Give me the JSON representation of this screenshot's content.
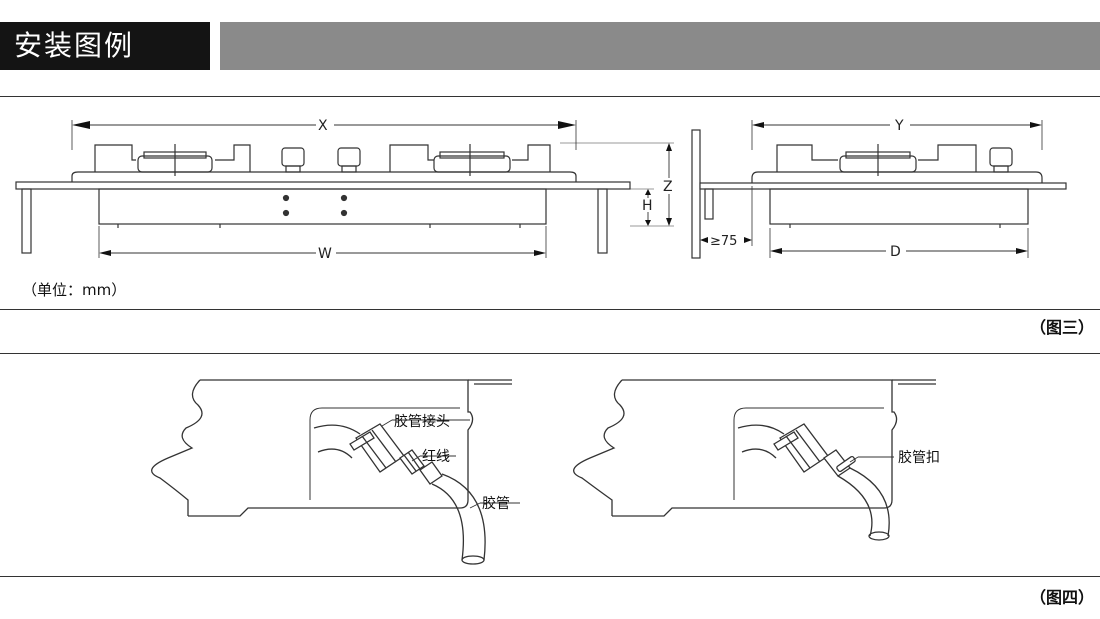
{
  "header": {
    "title": "安装图例"
  },
  "figure3": {
    "unit_note": "（单位：mm）",
    "caption": "（图三）",
    "dims": {
      "x": "X",
      "y": "Y",
      "z": "Z",
      "h": "H",
      "w": "W",
      "d": "D",
      "clearance": "≥75"
    }
  },
  "figure4": {
    "caption": "（图四）",
    "labels": {
      "hose_connector": "胶管接头",
      "red_line": "红线",
      "hose": "胶管",
      "hose_clamp": "胶管扣"
    }
  },
  "colors": {
    "header_bg": "#141414",
    "header_stripe": "#8a8a8a",
    "line": "#333333"
  }
}
